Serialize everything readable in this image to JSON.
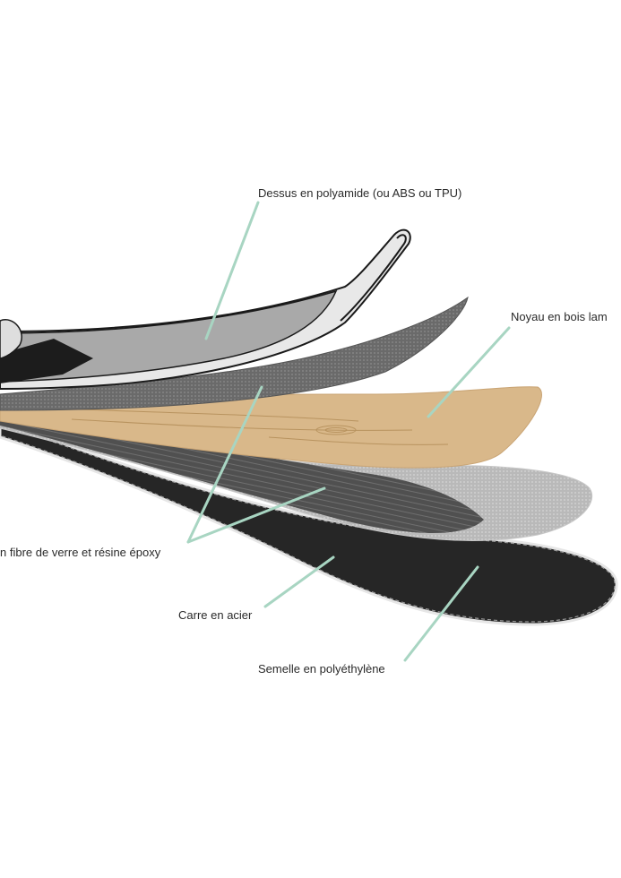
{
  "labels": {
    "top": "Dessus en polyamide (ou ABS ou TPU)",
    "core": "Noyau en bois lam",
    "fiber": "n fibre de verre et résine époxy",
    "edge": "Carre en acier",
    "base": "Semelle en polyéthylène"
  },
  "colors": {
    "leader": "#a8d5c2",
    "top_sheet": "#a9a9a9",
    "fiber_dark": "#5e5e5e",
    "wood": "#d9b88a",
    "fiber_light": "#b7b7b7",
    "base": "#262626"
  }
}
